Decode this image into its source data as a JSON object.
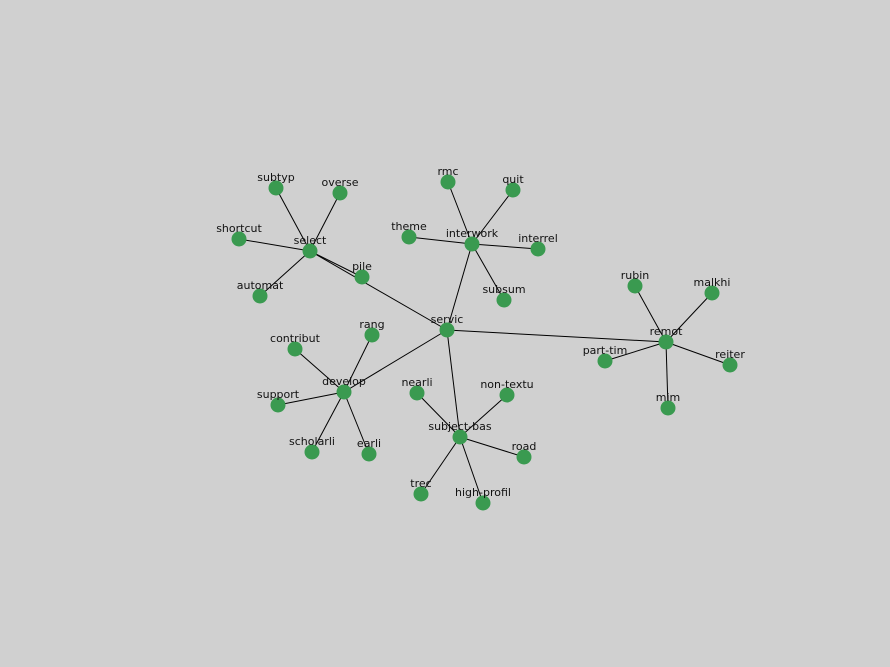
{
  "graph": {
    "node_color": "#3a9a50",
    "edge_color": "#000000",
    "background_color": "#d0d0d0",
    "nodes": [
      {
        "id": "servic",
        "label": "servic"
      },
      {
        "id": "select",
        "label": "select"
      },
      {
        "id": "subtyp",
        "label": "subtyp"
      },
      {
        "id": "overse",
        "label": "overse"
      },
      {
        "id": "shortcut",
        "label": "shortcut"
      },
      {
        "id": "automat",
        "label": "automat"
      },
      {
        "id": "pile",
        "label": "pile"
      },
      {
        "id": "interwork",
        "label": "interwork"
      },
      {
        "id": "rmc",
        "label": "rmc"
      },
      {
        "id": "quit",
        "label": "quit"
      },
      {
        "id": "theme",
        "label": "theme"
      },
      {
        "id": "interrel",
        "label": "interrel"
      },
      {
        "id": "subsum",
        "label": "subsum"
      },
      {
        "id": "remot",
        "label": "remot"
      },
      {
        "id": "rubin",
        "label": "rubin"
      },
      {
        "id": "malkhi",
        "label": "malkhi"
      },
      {
        "id": "part-tim",
        "label": "part-tim"
      },
      {
        "id": "reiter",
        "label": "reiter"
      },
      {
        "id": "mim",
        "label": "mim"
      },
      {
        "id": "develop",
        "label": "develop"
      },
      {
        "id": "contribut",
        "label": "contribut"
      },
      {
        "id": "rang",
        "label": "rang"
      },
      {
        "id": "support",
        "label": "support"
      },
      {
        "id": "scholarli",
        "label": "scholarli"
      },
      {
        "id": "earli",
        "label": "earli"
      },
      {
        "id": "subject-bas",
        "label": "subject-bas"
      },
      {
        "id": "nearli",
        "label": "nearli"
      },
      {
        "id": "non-textu",
        "label": "non-textu"
      },
      {
        "id": "road",
        "label": "road"
      },
      {
        "id": "trec",
        "label": "trec"
      },
      {
        "id": "high-profil",
        "label": "high-profil"
      }
    ],
    "edges": [
      [
        "servic",
        "select"
      ],
      [
        "servic",
        "interwork"
      ],
      [
        "servic",
        "remot"
      ],
      [
        "servic",
        "develop"
      ],
      [
        "servic",
        "subject-bas"
      ],
      [
        "select",
        "subtyp"
      ],
      [
        "select",
        "overse"
      ],
      [
        "select",
        "shortcut"
      ],
      [
        "select",
        "automat"
      ],
      [
        "select",
        "pile"
      ],
      [
        "interwork",
        "rmc"
      ],
      [
        "interwork",
        "quit"
      ],
      [
        "interwork",
        "theme"
      ],
      [
        "interwork",
        "interrel"
      ],
      [
        "interwork",
        "subsum"
      ],
      [
        "remot",
        "rubin"
      ],
      [
        "remot",
        "malkhi"
      ],
      [
        "remot",
        "part-tim"
      ],
      [
        "remot",
        "reiter"
      ],
      [
        "remot",
        "mim"
      ],
      [
        "develop",
        "contribut"
      ],
      [
        "develop",
        "rang"
      ],
      [
        "develop",
        "support"
      ],
      [
        "develop",
        "scholarli"
      ],
      [
        "develop",
        "earli"
      ],
      [
        "subject-bas",
        "nearli"
      ],
      [
        "subject-bas",
        "non-textu"
      ],
      [
        "subject-bas",
        "road"
      ],
      [
        "subject-bas",
        "trec"
      ],
      [
        "subject-bas",
        "high-profil"
      ]
    ]
  }
}
